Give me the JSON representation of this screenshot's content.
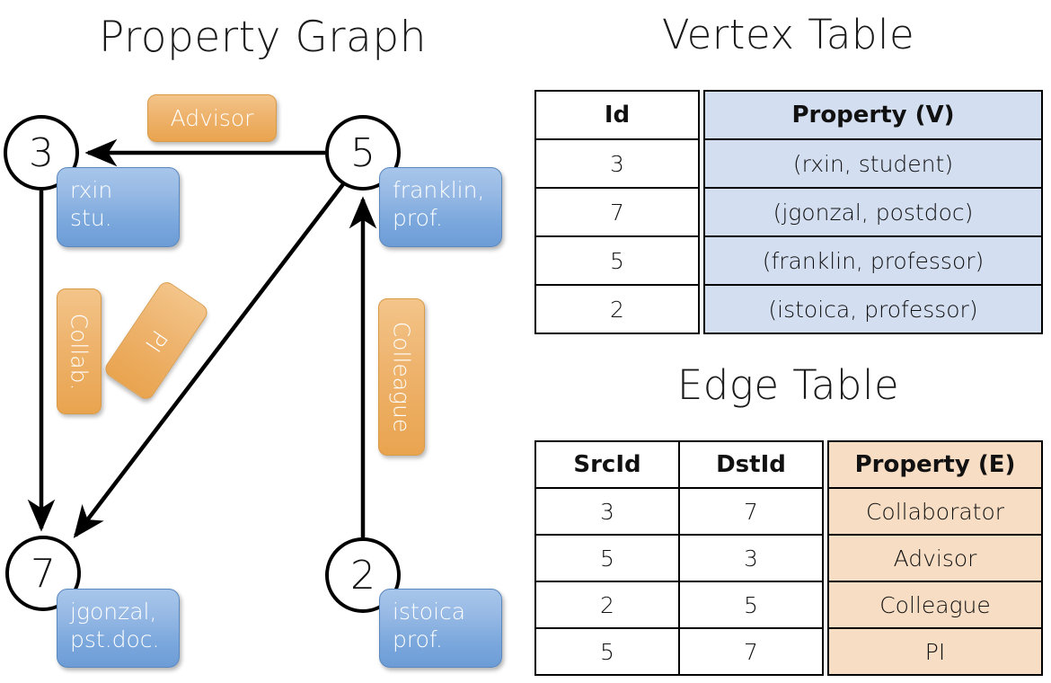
{
  "titles": {
    "property_graph": "Property Graph",
    "vertex_table": "Vertex Table",
    "edge_table": "Edge Table"
  },
  "graph": {
    "nodes": [
      {
        "id": "3",
        "label": "3",
        "property_line1": "rxin",
        "property_line2": "stu."
      },
      {
        "id": "5",
        "label": "5",
        "property_line1": "franklin,",
        "property_line2": "prof."
      },
      {
        "id": "7",
        "label": "7",
        "property_line1": "jgonzal,",
        "property_line2": "pst.doc."
      },
      {
        "id": "2",
        "label": "2",
        "property_line1": "istoica",
        "property_line2": "prof."
      }
    ],
    "edge_labels": {
      "advisor": "Advisor",
      "collab": "Collab.",
      "pi": "PI",
      "colleague": "Colleague"
    },
    "edges": [
      {
        "src": "5",
        "dst": "3",
        "label": "Advisor"
      },
      {
        "src": "3",
        "dst": "7",
        "label": "Collab."
      },
      {
        "src": "5",
        "dst": "7",
        "label": "PI"
      },
      {
        "src": "2",
        "dst": "5",
        "label": "Colleague"
      }
    ]
  },
  "vertex_table": {
    "headers": {
      "id": "Id",
      "property": "Property (V)"
    },
    "rows": [
      {
        "id": "3",
        "property": "(rxin, student)"
      },
      {
        "id": "7",
        "property": "(jgonzal, postdoc)"
      },
      {
        "id": "5",
        "property": "(franklin, professor)"
      },
      {
        "id": "2",
        "property": "(istoica, professor)"
      }
    ]
  },
  "edge_table": {
    "headers": {
      "src": "SrcId",
      "dst": "DstId",
      "property": "Property (E)"
    },
    "rows": [
      {
        "src": "3",
        "dst": "7",
        "property": "Collaborator"
      },
      {
        "src": "5",
        "dst": "3",
        "property": "Advisor"
      },
      {
        "src": "2",
        "dst": "5",
        "property": "Colleague"
      },
      {
        "src": "5",
        "dst": "7",
        "property": "PI"
      }
    ]
  },
  "colors": {
    "vertex_box": "#7aa7dc",
    "edge_box": "#eeb36d",
    "vertex_table_fill": "#d3def0",
    "edge_table_fill": "#f6ddc4",
    "stroke": "#000000",
    "background": "#ffffff"
  }
}
